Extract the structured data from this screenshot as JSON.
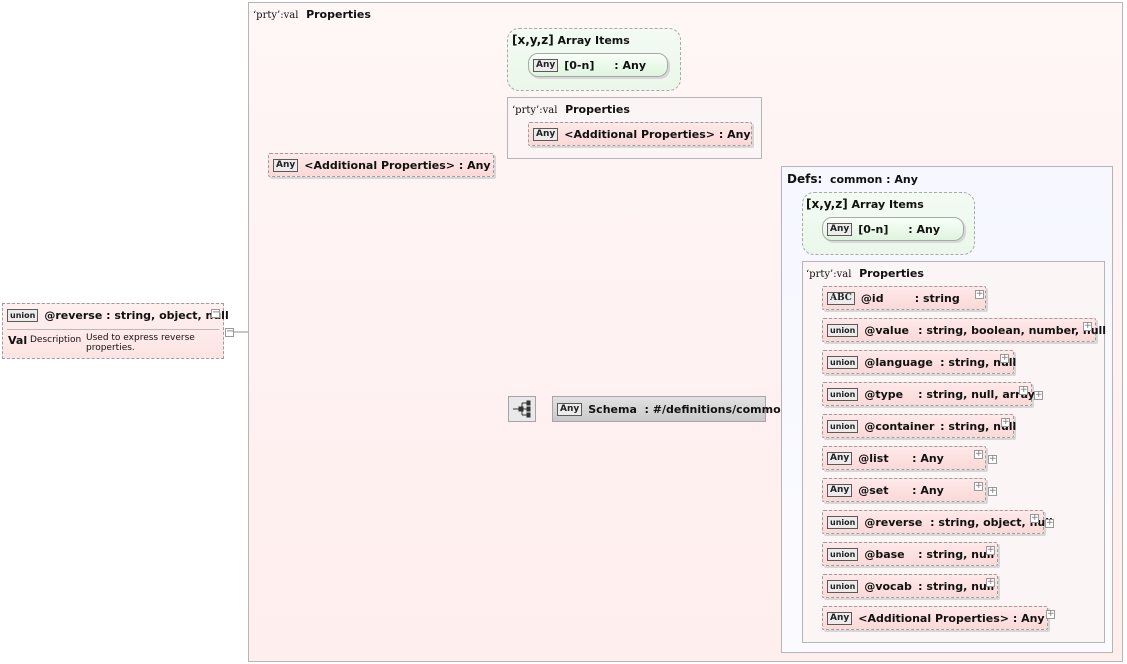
{
  "root": {
    "badge": "union",
    "name": "@reverse",
    "type": ": string, object, null",
    "annotation_tag": "Val",
    "annotation_label": "Description",
    "annotation_text": "Used to express reverse properties."
  },
  "outer_panel": {
    "title_small": "‘prty’:val",
    "title": "Properties",
    "additional": {
      "badge": "Any",
      "name": "<Additional Properties>",
      "type": ": Any"
    }
  },
  "array1": {
    "title_icon": "[x,y,z]",
    "title": "Array Items",
    "item": {
      "badge": "Any",
      "name": "[0-n]",
      "type": ": Any"
    }
  },
  "props_mid": {
    "title_small": "‘prty’:val",
    "title": "Properties",
    "additional": {
      "badge": "Any",
      "name": "<Additional Properties>",
      "type": ": Any"
    }
  },
  "schema_ref": {
    "badge": "Any",
    "name": "Schema",
    "type": ": #/definitions/common"
  },
  "defs": {
    "title_prefix": "Defs:",
    "title": "common : Any",
    "array": {
      "title_icon": "[x,y,z]",
      "title": "Array Items",
      "item": {
        "badge": "Any",
        "name": "[0-n]",
        "type": ": Any"
      }
    },
    "props": {
      "title_small": "‘prty’:val",
      "title": "Properties",
      "items": [
        {
          "badge": "ABC",
          "name": "@id",
          "type": ": string"
        },
        {
          "badge": "union",
          "name": "@value",
          "type": ": string, boolean, number, null"
        },
        {
          "badge": "union",
          "name": "@language",
          "type": ": string, null"
        },
        {
          "badge": "union",
          "name": "@type",
          "type": ": string, null, array"
        },
        {
          "badge": "union",
          "name": "@container",
          "type": ": string, null"
        },
        {
          "badge": "Any",
          "name": "@list",
          "type": ": Any"
        },
        {
          "badge": "Any",
          "name": "@set",
          "type": ": Any"
        },
        {
          "badge": "union",
          "name": "@reverse",
          "type": ": string, object, null"
        },
        {
          "badge": "union",
          "name": "@base",
          "type": ": string, null"
        },
        {
          "badge": "union",
          "name": "@vocab",
          "type": ": string, null"
        },
        {
          "badge": "Any",
          "name": "<Additional Properties>",
          "type": ": Any"
        }
      ]
    }
  },
  "icons": {
    "collapse": "minus-box-icon",
    "expand": "plus-box-icon",
    "sequence": "sequence-compositor-icon"
  }
}
